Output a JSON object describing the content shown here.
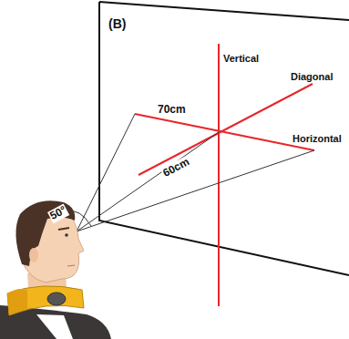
{
  "diagram": {
    "labels": [
      "(B)",
      "Vertical",
      "Diagonal",
      "70cm",
      "Horizontal",
      "60cm",
      "50°"
    ]
  }
}
